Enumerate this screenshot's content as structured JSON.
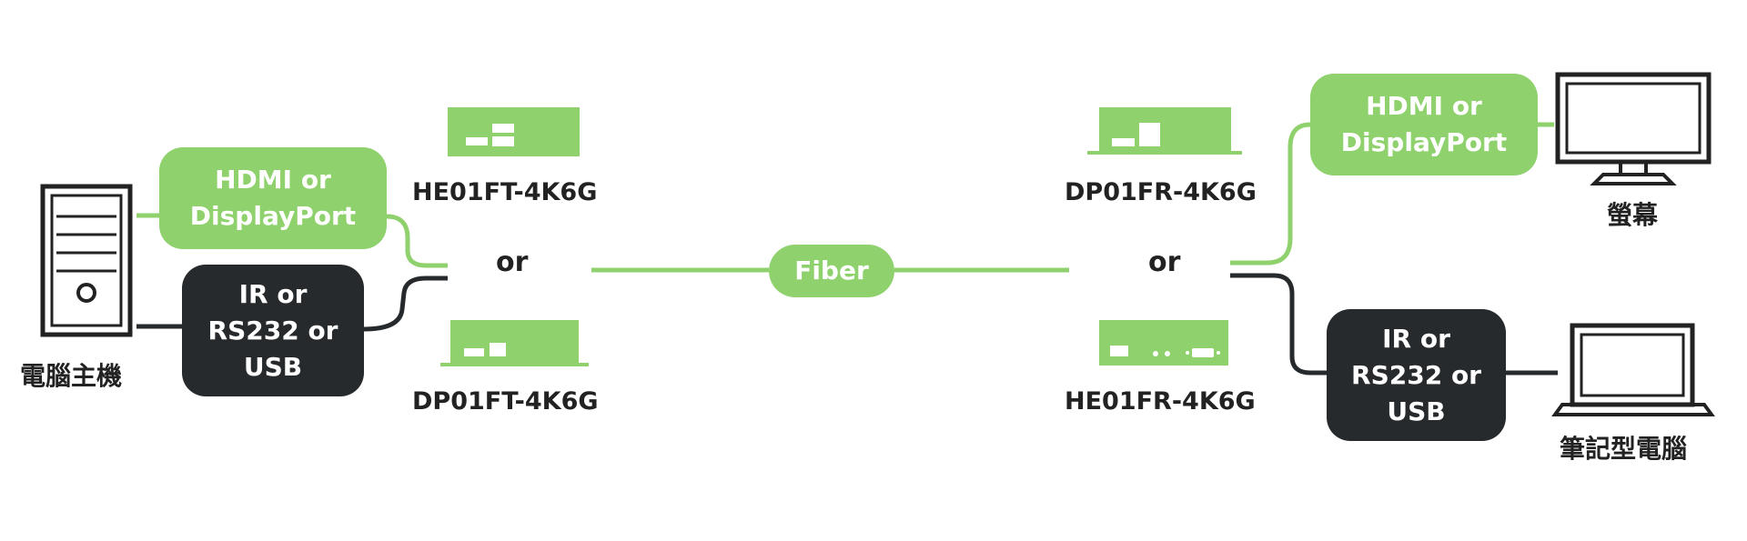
{
  "diagram": {
    "colors": {
      "green": "#8fd16d",
      "dark": "#262a2c",
      "text": "#222222",
      "white": "#ffffff"
    },
    "left": {
      "computer_label": "電腦主機",
      "video_connection": "HDMI or\nDisplayPort",
      "control_connection": "IR or\nRS232 or\nUSB"
    },
    "transmitters": {
      "top_model": "HE01FT-4K6G",
      "bottom_model": "DP01FT-4K6G",
      "or_label": "or"
    },
    "link": {
      "label": "Fiber"
    },
    "receivers": {
      "top_model": "DP01FR-4K6G",
      "bottom_model": "HE01FR-4K6G",
      "or_label": "or"
    },
    "right": {
      "monitor_label": "螢幕",
      "laptop_label": "筆記型電腦",
      "video_connection": "HDMI or\nDisplayPort",
      "control_connection": "IR or\nRS232 or\nUSB"
    }
  }
}
